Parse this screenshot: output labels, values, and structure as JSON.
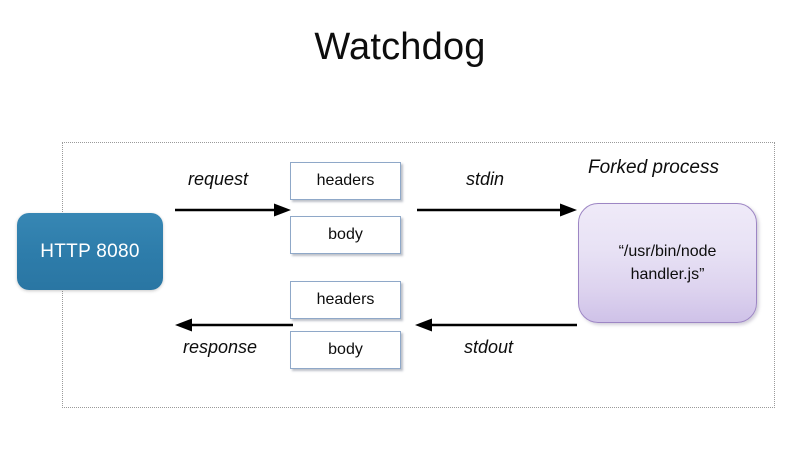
{
  "slide": {
    "title": "Watchdog",
    "background_color": "#ffffff"
  },
  "container": {
    "border_style": "dotted",
    "border_color": "#9a9a9a"
  },
  "nodes": {
    "http_listener": {
      "label": "HTTP 8080",
      "color": "#2d7caa",
      "text_color": "#ffffff"
    },
    "forked_process": {
      "caption": "Forked process",
      "command_line_1": "“/usr/bin/node",
      "command_line_2": "handler.js”",
      "fill_top": "#efeaf8",
      "fill_bottom": "#cfc2e8",
      "border_color": "#9d86c4"
    }
  },
  "packets": {
    "request": {
      "headers_label": "headers",
      "body_label": "body"
    },
    "response": {
      "headers_label": "headers",
      "body_label": "body"
    },
    "box_border_color": "#8fa8c8"
  },
  "edges": [
    {
      "label": "request",
      "direction": "right",
      "name": "request-arrow"
    },
    {
      "label": "stdin",
      "direction": "right",
      "name": "stdin-arrow"
    },
    {
      "label": "response",
      "direction": "left",
      "name": "response-arrow"
    },
    {
      "label": "stdout",
      "direction": "left",
      "name": "stdout-arrow"
    }
  ]
}
